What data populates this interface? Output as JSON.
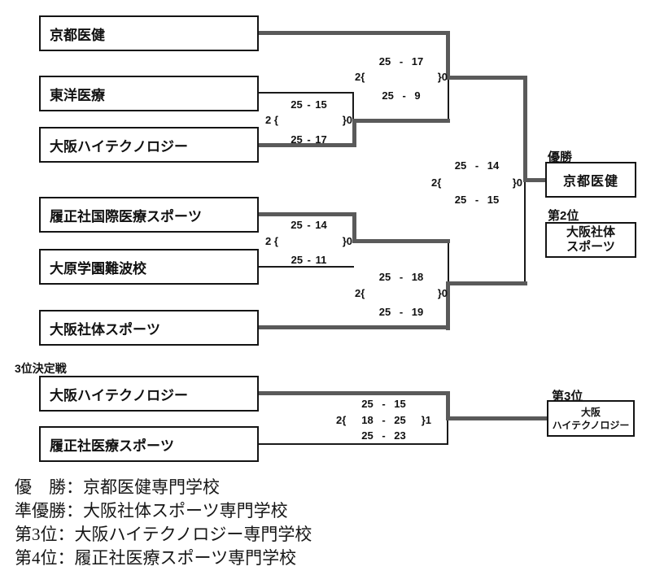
{
  "main_bracket": {
    "teams": [
      {
        "name": "京都医健"
      },
      {
        "name": "東洋医療"
      },
      {
        "name": "大阪ハイテクノロジー"
      },
      {
        "name": "履正社国際医療スポーツ"
      },
      {
        "name": "大原学園難波校"
      },
      {
        "name": "大阪社体スポーツ"
      }
    ],
    "matches": {
      "round1": {
        "set_top": "25 - 15",
        "bracket_left": "2 {",
        "bracket_right": "}0",
        "set_bottom": "25 - 17"
      },
      "semifinal1": {
        "set_top": "25 - 17",
        "bracket_left": "2{",
        "bracket_right": "}0",
        "set_bottom": "25 - 9"
      },
      "quarter2": {
        "set_top": "25 - 14",
        "bracket_left": "2 {",
        "bracket_right": "}0",
        "set_bottom": "25 - 11"
      },
      "semifinal2": {
        "set_top": "25 - 18",
        "bracket_left": "2{",
        "bracket_right": "}0",
        "set_bottom": "25 - 19"
      },
      "final": {
        "set_top": "25 - 14",
        "bracket_left": "2{",
        "bracket_right": "}0",
        "set_bottom": "25 - 15"
      }
    }
  },
  "third_place": {
    "section_label": "3位決定戦",
    "teams": [
      {
        "name": "大阪ハイテクノロジー"
      },
      {
        "name": "履正社医療スポーツ"
      }
    ],
    "match": {
      "set_top": "25 - 15",
      "bracket_left": "2{",
      "mid_set": "18 - 25",
      "bracket_right": "}1",
      "set_bottom": "25 - 23"
    }
  },
  "results": {
    "champion": {
      "label": "優勝",
      "name": "京都医健"
    },
    "second": {
      "label": "第2位",
      "line1": "大阪社体",
      "line2": "スポーツ"
    },
    "third": {
      "label": "第3位",
      "line1": "大阪",
      "line2": "ハイテクノロジー"
    }
  },
  "footer": {
    "line1": "優　勝：京都医健専門学校",
    "line2": "準優勝：大阪社体スポーツ専門学校",
    "line3": "第3位：大阪ハイテクノロジー専門学校",
    "line4": "第4位：履正社医療スポーツ専門学校"
  },
  "colors": {
    "winner_line": "#5a5a5a",
    "loser_line": "#1a1a1a",
    "box_border": "#141414"
  }
}
